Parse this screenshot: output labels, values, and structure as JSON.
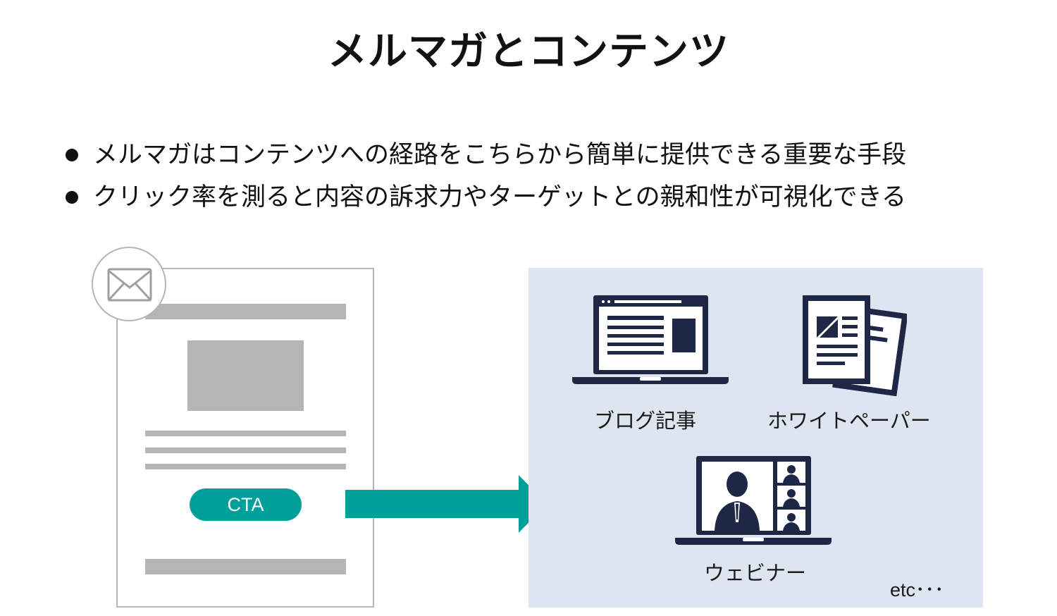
{
  "title": "メルマガとコンテンツ",
  "bullets": [
    "メルマガはコンテンツへの経路をこちらから簡単に提供できる重要な手段",
    "クリック率を測ると内容の訴求力やターゲットとの親和性が可視化できる"
  ],
  "email": {
    "cta_label": "CTA",
    "icon": "envelope-icon"
  },
  "contents": {
    "items": [
      {
        "label": "ブログ記事",
        "icon": "laptop-blog-icon"
      },
      {
        "label": "ホワイトペーパー",
        "icon": "whitepaper-documents-icon"
      },
      {
        "label": "ウェビナー",
        "icon": "laptop-webinar-icon"
      }
    ],
    "etc_label": "etc･･･"
  },
  "colors": {
    "accent": "#00a09a",
    "panel_bg": "#dce5f0",
    "icon_navy": "#1f2746",
    "placeholder_gray": "#b5b5b6"
  }
}
